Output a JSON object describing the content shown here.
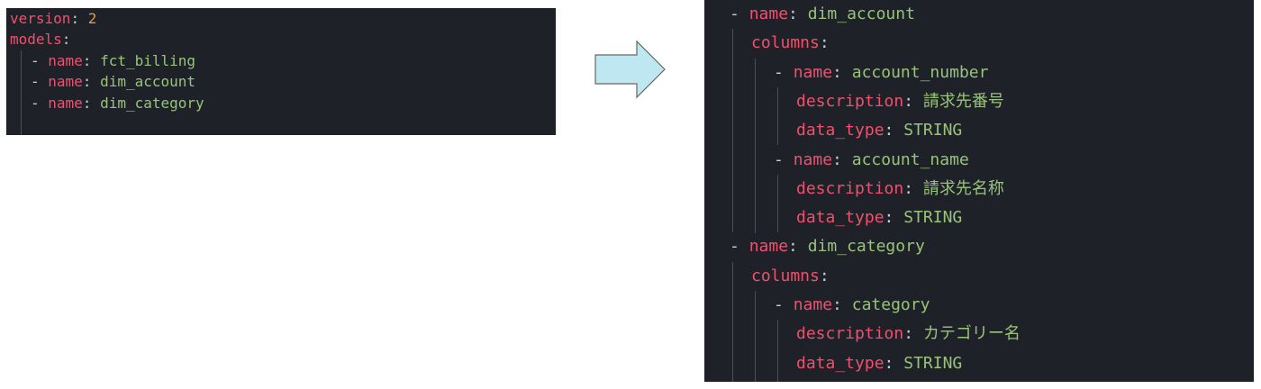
{
  "colors": {
    "panel_background": "#1e2228",
    "key": "#f0506e",
    "number": "#e8944a",
    "string_value": "#98c379",
    "punctuation": "#c8ccd4",
    "arrow_fill": "#bfe7f2",
    "arrow_stroke": "#666666"
  },
  "arrow": {
    "icon": "right-arrow-icon"
  },
  "left_code": {
    "version_key": "version",
    "version_value": "2",
    "models_key": "models",
    "models": [
      {
        "key": "name",
        "value": "fct_billing"
      },
      {
        "key": "name",
        "value": "dim_account"
      },
      {
        "key": "name",
        "value": "dim_category"
      }
    ]
  },
  "right_code": {
    "models": [
      {
        "key": "name",
        "value": "dim_account",
        "columns_key": "columns",
        "columns": [
          {
            "name_key": "name",
            "name": "account_number",
            "description_key": "description",
            "description": "請求先番号",
            "data_type_key": "data_type",
            "data_type": "STRING"
          },
          {
            "name_key": "name",
            "name": "account_name",
            "description_key": "description",
            "description": "請求先名称",
            "data_type_key": "data_type",
            "data_type": "STRING"
          }
        ]
      },
      {
        "key": "name",
        "value": "dim_category",
        "columns_key": "columns",
        "columns": [
          {
            "name_key": "name",
            "name": "category",
            "description_key": "description",
            "description": "カテゴリー名",
            "data_type_key": "data_type",
            "data_type": "STRING"
          }
        ]
      }
    ]
  }
}
